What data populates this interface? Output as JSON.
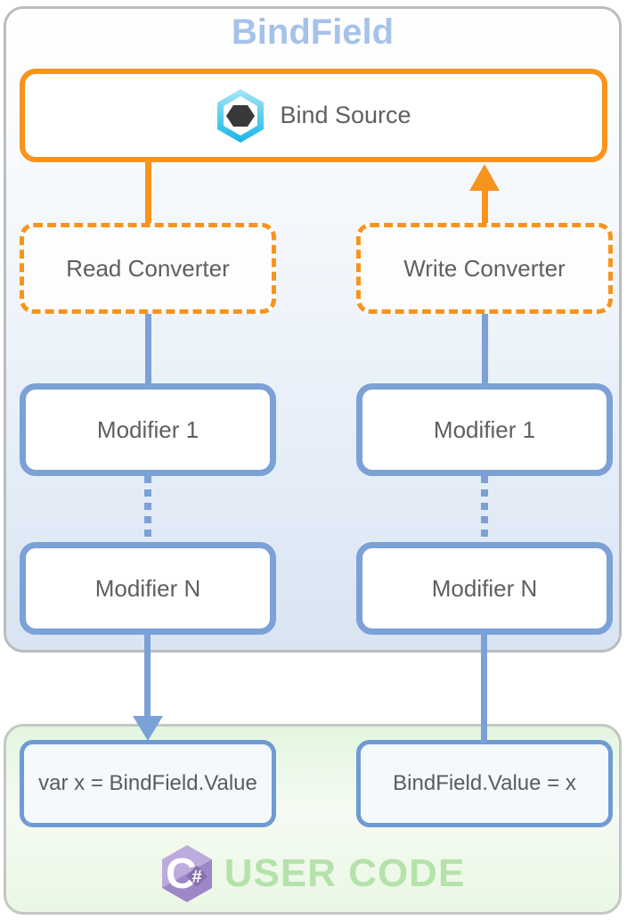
{
  "title": "BindField",
  "bind_source": {
    "label": "Bind Source",
    "icon": "asset-hexagon-icon"
  },
  "read_converter": {
    "label": "Read Converter"
  },
  "write_converter": {
    "label": "Write Converter"
  },
  "read_chain": {
    "first": "Modifier 1",
    "last": "Modifier N"
  },
  "write_chain": {
    "first": "Modifier 1",
    "last": "Modifier N"
  },
  "user_code": {
    "label": "USER CODE",
    "read_statement": "var x = BindField.Value",
    "write_statement": "BindField.Value = x",
    "icon": "csharp-logo-icon"
  },
  "colors": {
    "orange_accent": "#F7941E",
    "blue_accent": "#7BA1D7",
    "title_blue": "#A6C2E9",
    "label_gray": "#5E5F62",
    "user_code_green": "#B5E2AB",
    "panel_border_gray": "#BABDBF"
  }
}
